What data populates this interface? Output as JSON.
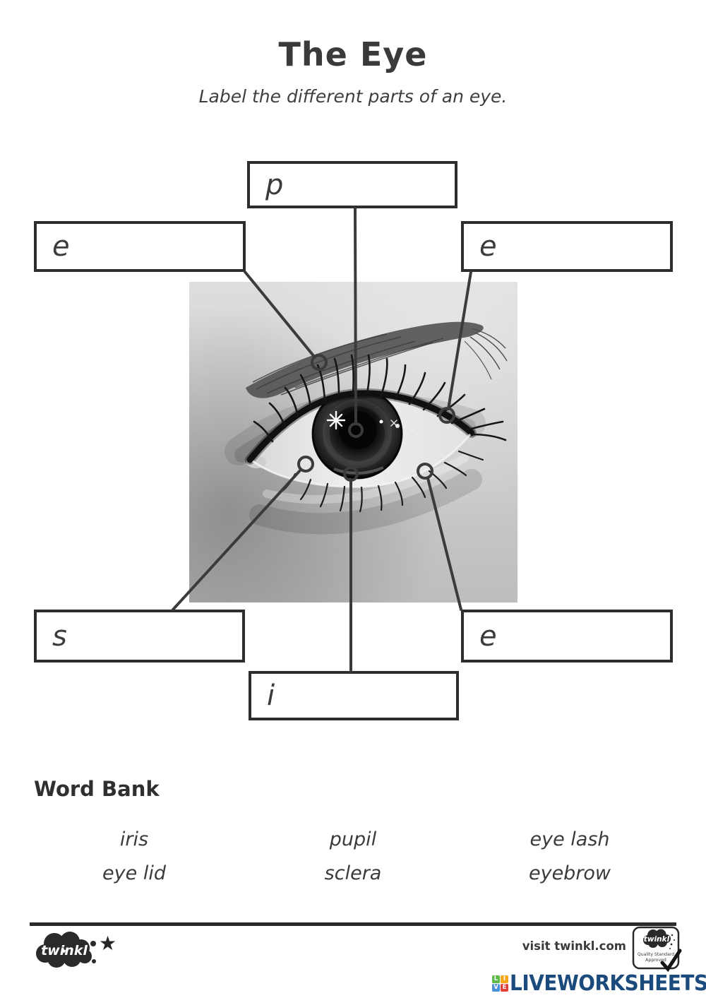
{
  "header": {
    "title": "The Eye",
    "subtitle": "Label the different parts of an eye."
  },
  "answer_boxes": [
    {
      "id": "pupil",
      "letter": "p"
    },
    {
      "id": "eyebrow",
      "letter": "e"
    },
    {
      "id": "eye-lash-upper",
      "letter": "e"
    },
    {
      "id": "sclera",
      "letter": "s"
    },
    {
      "id": "eye-lash-lower",
      "letter": "e"
    },
    {
      "id": "iris",
      "letter": "i"
    }
  ],
  "word_bank": {
    "heading": "Word Bank",
    "words": [
      "iris",
      "pupil",
      "eye lash",
      "eye lid",
      "sclera",
      "eyebrow"
    ]
  },
  "footer": {
    "twinkl_logo": "twinkl",
    "star": "★",
    "visit_text": "visit twinkl.com",
    "badge": {
      "brand": "twinkl",
      "line1": "Quality Standard",
      "line2": "Approved"
    },
    "liveworksheets": {
      "block_letters": [
        "L",
        "I",
        "V",
        "E"
      ],
      "wordmark": "LIVEWORKSHEETS"
    }
  },
  "colors": {
    "ink": "#3b3b3b",
    "box_border": "#2d2d2d",
    "navy": "#1b4a7c",
    "block_green": "#5cb947",
    "block_yellow": "#f5a81c",
    "block_blue": "#4a90d9",
    "block_red": "#e04038"
  }
}
